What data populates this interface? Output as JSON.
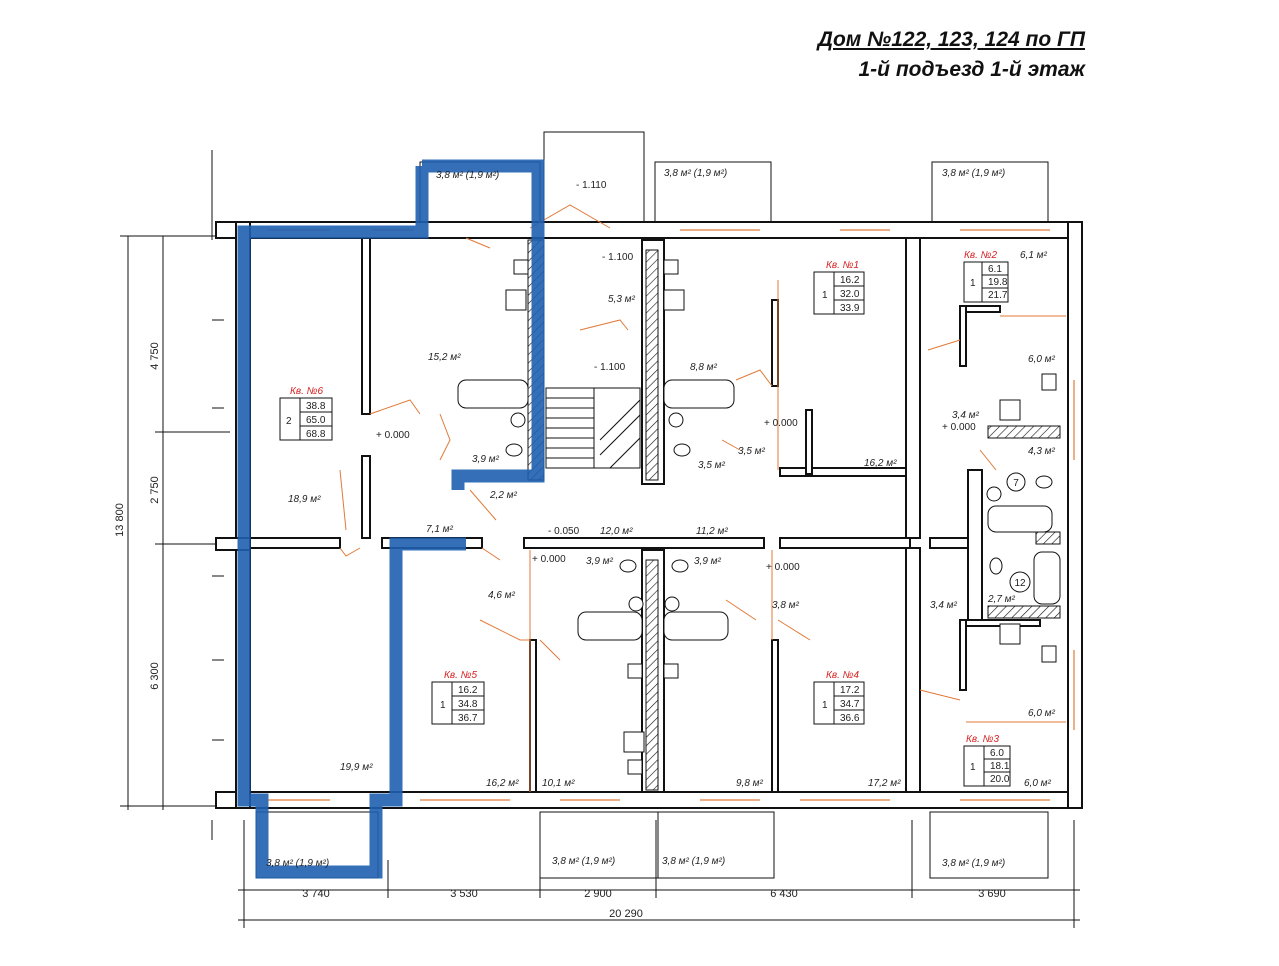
{
  "title": {
    "line1": "Дом №122, 123, 124 по ГП",
    "line2": "1-й подъезд 1-й этаж"
  },
  "colors": {
    "highlight": "#1f5fb0",
    "doors_windows": "#e07a3a",
    "apartment_label": "#d62020",
    "walls": "#111111"
  },
  "apartments": [
    {
      "name": "Кв. №1",
      "rooms": "1",
      "areas": [
        "16.2",
        "32.0",
        "33.9"
      ]
    },
    {
      "name": "Кв. №2",
      "rooms": "1",
      "areas": [
        "6.1",
        "19.8",
        "21.7"
      ]
    },
    {
      "name": "Кв. №3",
      "rooms": "1",
      "areas": [
        "6.0",
        "18.1",
        "20.0"
      ]
    },
    {
      "name": "Кв. №4",
      "rooms": "1",
      "areas": [
        "17.2",
        "34.7",
        "36.6"
      ]
    },
    {
      "name": "Кв. №5",
      "rooms": "1",
      "areas": [
        "16.2",
        "34.8",
        "36.7"
      ]
    },
    {
      "name": "Кв. №6",
      "rooms": "2",
      "areas": [
        "38.8",
        "65.0",
        "68.8"
      ]
    }
  ],
  "balconies": [
    "3,8 м² (1,9 м²)",
    "3,8 м² (1,9 м²)",
    "3,8 м² (1,9 м²)",
    "3,8 м² (1,9 м²)",
    "3,8 м² (1,9 м²)",
    "3,8 м² (1,9 м²)"
  ],
  "levels": [
    "- 1.110",
    "- 1.100",
    "- 1.100",
    "- 0.050",
    "+ 0.000",
    "+ 0.000",
    "+ 0.000",
    "+ 0.000",
    "+ 0.000"
  ],
  "room_areas": {
    "a": "15,2 м²",
    "b": "18,9 м²",
    "c": "3,9 м²",
    "d": "2,2 м²",
    "e": "7,1 м²",
    "f": "5,3 м²",
    "g": "8,8 м²",
    "h": "3,5 м²",
    "i": "3,5 м²",
    "j": "16,2 м²",
    "k": "6,1 м²",
    "l": "6,0 м²",
    "m": "3,4 м²",
    "n": "4,3 м²",
    "o": "12,0 м²",
    "p": "11,2 м²",
    "q": "3,9 м²",
    "r": "3,9 м²",
    "s": "4,6 м²",
    "t": "3,8 м²",
    "u": "3,4 м²",
    "v": "2,7 м²",
    "w": "19,9 м²",
    "x": "16,2 м²",
    "y": "10,1 м²",
    "z": "9,8 м²",
    "aa": "17,2 м²",
    "ab": "6,0 м²",
    "ac": "6,0 м²"
  },
  "circle_marks": [
    "7",
    "12"
  ],
  "dimensions": {
    "bottom": [
      "3 740",
      "3 530",
      "2 900",
      "6 430",
      "3 690"
    ],
    "total_width": "20 290",
    "left": [
      "4 750",
      "2 750",
      "6 300"
    ],
    "total_height": "13 800"
  }
}
